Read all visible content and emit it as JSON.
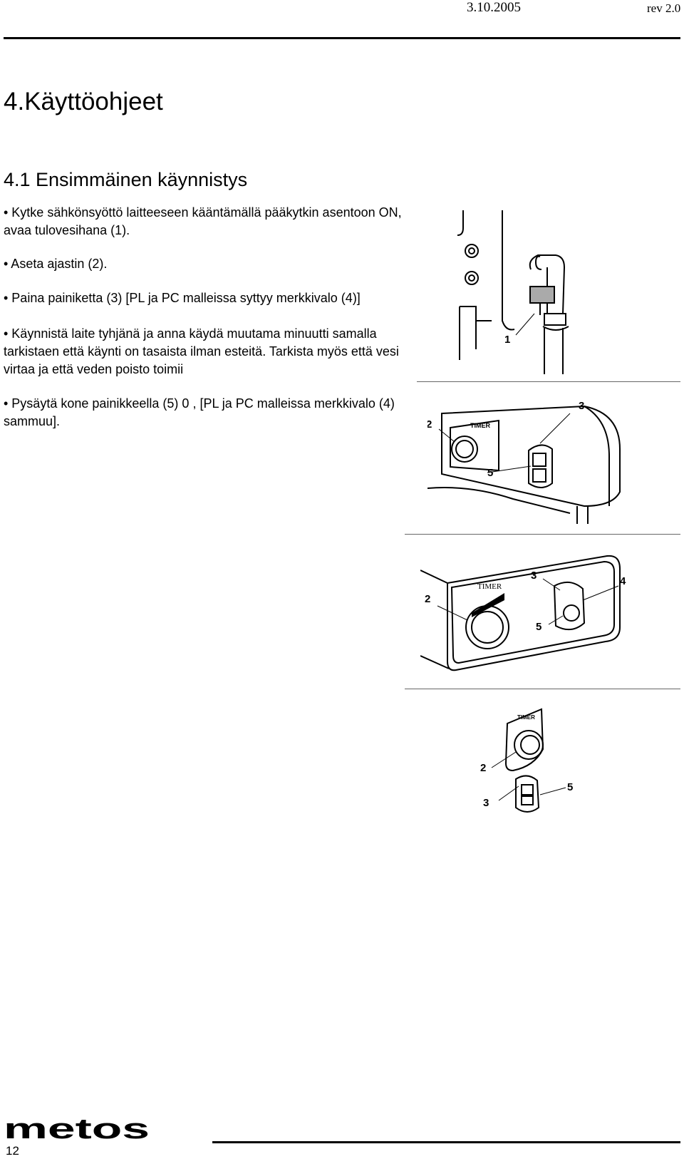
{
  "header": {
    "date": "3.10.2005",
    "revision": "rev 2.0"
  },
  "section_title": "4.Käyttöohjeet",
  "subsection_title": "4.1 Ensimmäinen käynnistys",
  "instructions": [
    "• Kytke sähkönsyöttö laitteeseen kääntämällä pääkytkin asentoon ON, avaa tulovesihana (1).",
    "• Aseta ajastin (2).",
    "• Paina painiketta (3) [PL ja PC malleissa syttyy merkkivalo (4)]",
    "• Käynnistä laite tyhjänä ja anna käydä muutama minuutti samalla tarkistaen että käynti on tasaista ilman esteitä. Tarkista myös että vesi virtaa ja että veden poisto toimii",
    "• Pysäytä kone painikkeella (5) 0 , [PL ja PC malleissa merkkivalo (4) sammuu]."
  ],
  "figures": {
    "fig1": {
      "callout_valve": "1"
    },
    "fig2": {
      "panel_label": "TIMER",
      "callout_timer": "2",
      "callout_button": "3",
      "callout_stop": "5"
    },
    "fig3": {
      "panel_label": "TIMER",
      "callout_timer": "2",
      "callout_button": "3",
      "callout_light": "4",
      "callout_stop": "5"
    },
    "fig4": {
      "panel_label": "TIMER",
      "callout_timer": "2",
      "callout_button": "3",
      "callout_stop": "5"
    }
  },
  "footer": {
    "logo_text": "metos",
    "page_number": "12"
  }
}
